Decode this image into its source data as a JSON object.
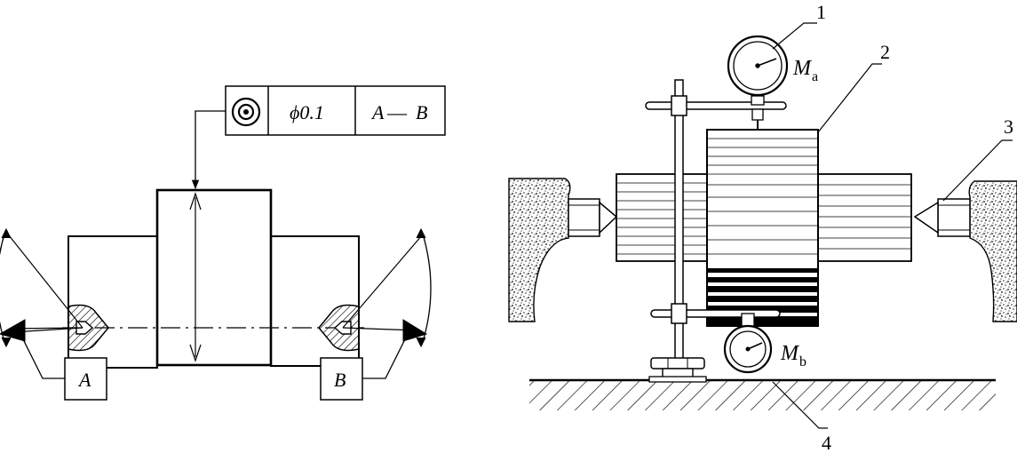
{
  "left_drawing": {
    "frame": {
      "symbol": "concentricity-symbol",
      "tolerance": "ϕ0.1",
      "datum_ref": {
        "a": "A",
        "dash": "—",
        "b": "B"
      }
    },
    "datum_a": "A",
    "datum_b": "B"
  },
  "right_drawing": {
    "callouts": [
      "1",
      "2",
      "3",
      "4"
    ],
    "gauge_a": {
      "letter": "M",
      "sub": "a"
    },
    "gauge_b": {
      "letter": "M",
      "sub": "b"
    }
  }
}
